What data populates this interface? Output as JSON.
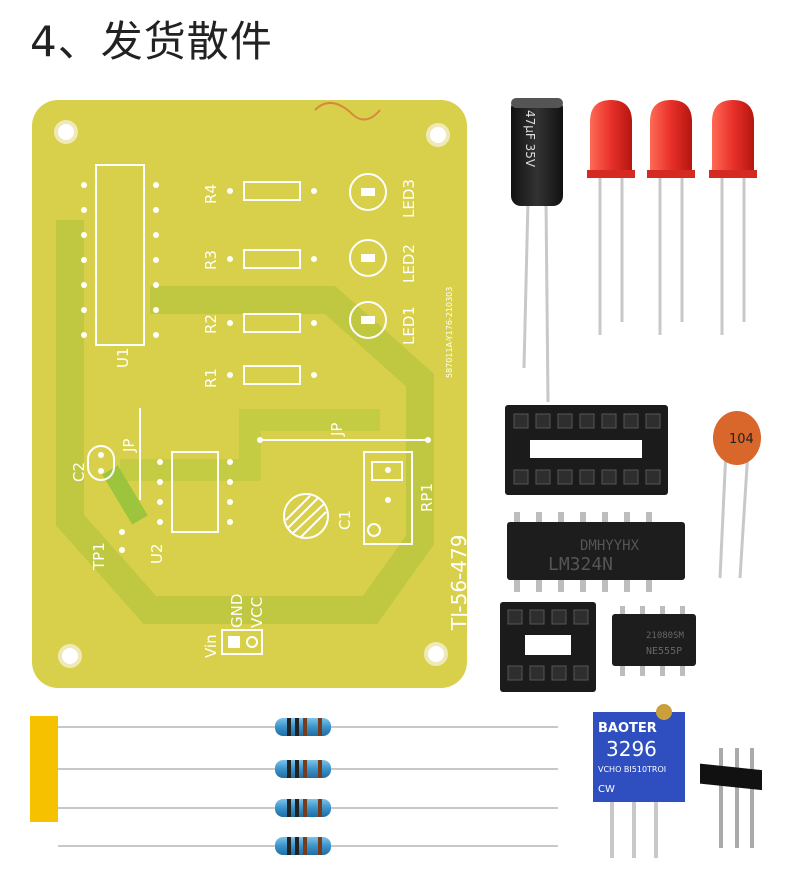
{
  "heading": "4、发货散件",
  "pcb": {
    "board_id": "TJ-56-479",
    "serial": "587011A-Y176-210303",
    "labels": {
      "u1": "U1",
      "u2": "U2",
      "r1": "R1",
      "r2": "R2",
      "r3": "R3",
      "r4": "R4",
      "led1": "LED1",
      "led2": "LED2",
      "led3": "LED3",
      "c1": "C1",
      "c2": "C2",
      "rp1": "RP1",
      "jp_top": "JP",
      "jp_left": "JP",
      "tp1": "TP1",
      "vin": "Vin",
      "gnd": "GND",
      "vcc": "VCC"
    }
  },
  "parts": {
    "capacitor_label": "47μF 35V",
    "ceramic_cap_code": "104",
    "ic_large_text": "LM324N",
    "ic_large_brand": "DMHYYHX",
    "ic_small_text": "NE555P",
    "ic_small_brand": "21080SM",
    "pot_brand": "BAOTER",
    "pot_model": "3296",
    "pot_sub": "VCHO BI510TROI",
    "pot_cw": "CW"
  },
  "colors": {
    "pcb": "#d7cf4a",
    "pcb_trace": "#a8c23a",
    "led": "#e8302a",
    "resistor": "#3b93c9",
    "pot": "#2f4fc0",
    "socket": "#1b1b1b",
    "ceramic": "#d9662a",
    "tape": "#f6c200"
  }
}
